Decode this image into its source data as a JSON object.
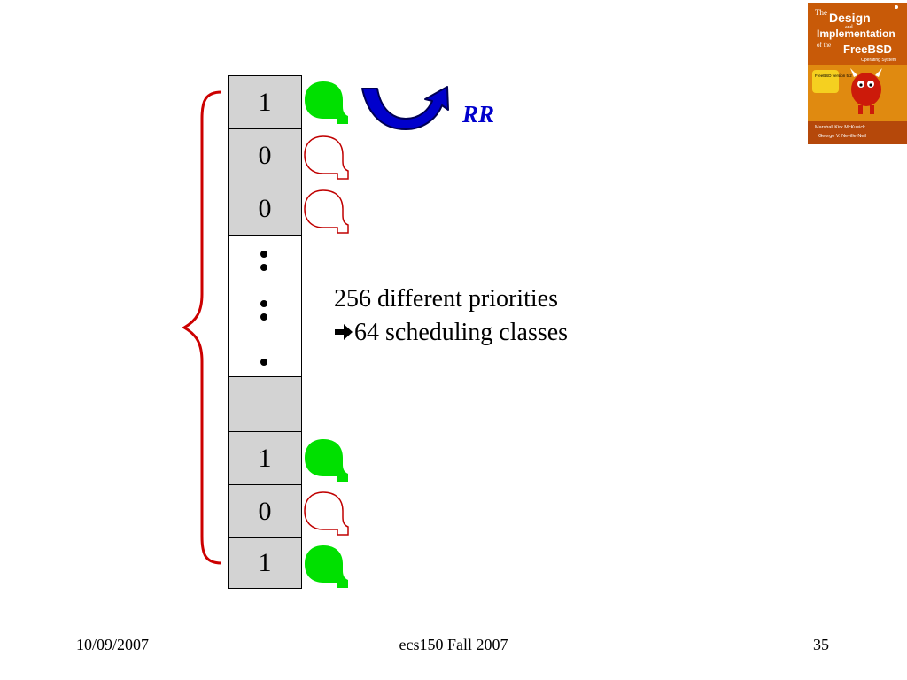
{
  "priority_cells": [
    "1",
    "0",
    "0",
    "",
    "",
    "1",
    "0",
    "1"
  ],
  "rr_label": "RR",
  "note": {
    "line1": "256 different priorities",
    "line2": "64 scheduling classes"
  },
  "book_cover": {
    "line1": "The",
    "line2": "Design",
    "line3": "and",
    "line4": "Implementation",
    "line5": "of the",
    "line6": "FreeBSD",
    "line7": "Operating System",
    "badge": "FreeBSD version 5.2",
    "author1": "Marshall Kirk McKusick",
    "author2": "George V. Neville-Neil"
  },
  "footer": {
    "date": "10/09/2007",
    "course": "ecs150 Fall 2007",
    "page": "35"
  },
  "colors": {
    "queue_active": "#00e000",
    "queue_empty_stroke": "#c00000",
    "brace": "#cc0000",
    "rr": "#0000cc",
    "cell_fill": "#d3d3d3"
  },
  "icons": {
    "brace": "curly-brace-icon",
    "rr_arrow": "curved-arrow-icon",
    "queue": "queue-head-icon",
    "note_arrow": "right-arrow-icon"
  }
}
